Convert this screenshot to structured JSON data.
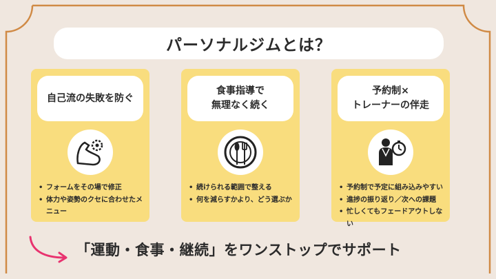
{
  "title": "パーソナルジムとは？",
  "cards": [
    {
      "heading_lines": [
        "自己流の失敗を防ぐ"
      ],
      "icon": "muscle-gear-icon",
      "bullets": [
        "フォームをその場で修正",
        "体力や姿勢のクセに合わせたメニュー"
      ]
    },
    {
      "heading_lines": [
        "食事指導で",
        "無理なく続く"
      ],
      "icon": "plate-fork-spoon-icon",
      "bullets": [
        "続けられる範囲で整える",
        "何を減らすかより、どう選ぶか"
      ]
    },
    {
      "heading_lines": [
        "予約制×",
        "トレーナーの伴走"
      ],
      "icon": "trainer-stopwatch-icon",
      "bullets": [
        "予約制で予定に組み込みやすい",
        "進捗の振り返り／次への課題",
        "忙しくてもフェードアウトしない"
      ]
    }
  ],
  "tagline": "「運動・食事・継続」をワンストップでサポート",
  "colors": {
    "background": "#f0e7df",
    "frame": "#d08a45",
    "card": "#f9dd7e",
    "arrow": "#e8336f"
  }
}
